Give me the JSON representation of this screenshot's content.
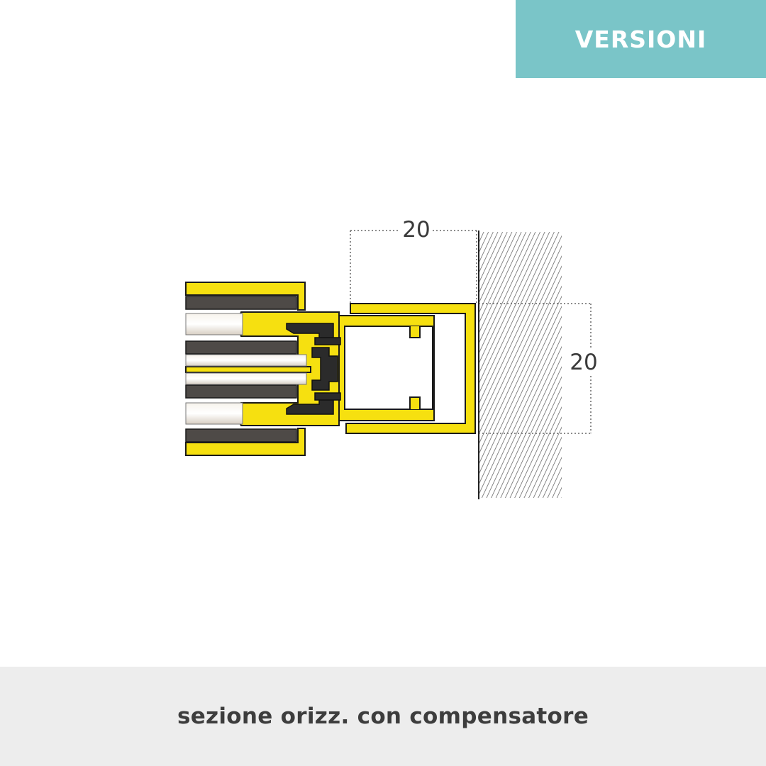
{
  "header": {
    "badge_label": "VERSIONI"
  },
  "drawing": {
    "dimension_width": "20",
    "dimension_depth": "20"
  },
  "caption": {
    "text": "sezione orizz. con compensatore"
  },
  "colors": {
    "badge_bg": "#7ac5c8",
    "profile_yellow": "#f6e010",
    "gasket_dark": "#2b2b2b",
    "glass_grey": "#4e4a47",
    "caption_bg": "#ededed"
  }
}
